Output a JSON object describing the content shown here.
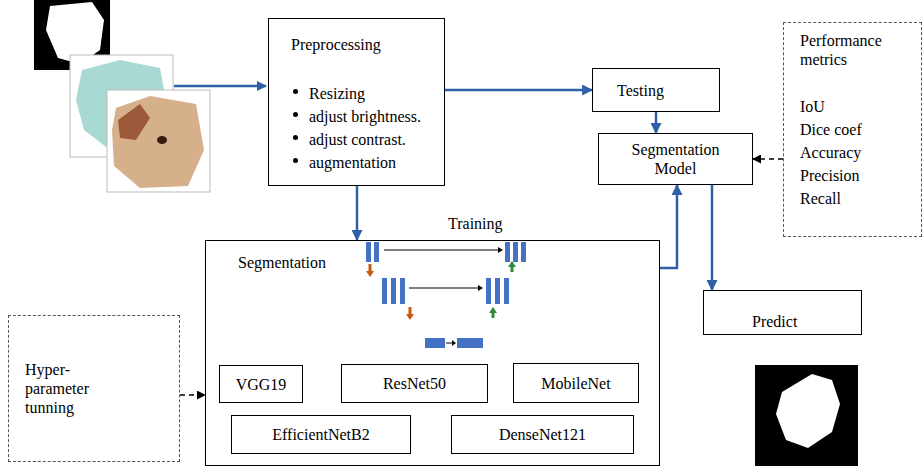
{
  "diagram": {
    "nodes": [
      {
        "text": [
          "Preprocessing",
          "Resizing",
          "adjust brightness.",
          "adjust contrast.",
          "augmentation"
        ]
      },
      {
        "text": [
          "Testing"
        ]
      },
      {
        "text": [
          "Performance metrics",
          "IoU",
          "Dice coef",
          "Accuracy",
          "Precision",
          "Recall"
        ]
      },
      {
        "text": [
          "Segmentation Model"
        ]
      },
      {
        "text": [
          "Training",
          "Segmentation"
        ]
      },
      {
        "text": [
          "VGG19"
        ],
        "in": 4
      },
      {
        "text": [
          "ResNet50"
        ],
        "in": 4
      },
      {
        "text": [
          "MobileNet"
        ],
        "in": 4
      },
      {
        "text": [
          "EfficientNetB2"
        ],
        "in": 4
      },
      {
        "text": [
          "DenseNet121"
        ],
        "in": 4
      },
      {
        "text": [
          "Hyper- parameter tunning"
        ]
      },
      {
        "text": [
          "Predict"
        ]
      }
    ],
    "edges": [
      {
        "from": 0,
        "to": 1,
        "arrow": "to"
      },
      {
        "from": 0,
        "to": 4,
        "arrow": "to"
      },
      {
        "from": 1,
        "to": 3,
        "arrow": "to"
      },
      {
        "from": 4,
        "to": 3,
        "arrow": "to"
      },
      {
        "from": 2,
        "to": 3,
        "arrow": "to"
      },
      {
        "from": 3,
        "to": 11,
        "arrow": "to"
      },
      {
        "from": 10,
        "to": 4,
        "arrow": "to"
      }
    ]
  }
}
